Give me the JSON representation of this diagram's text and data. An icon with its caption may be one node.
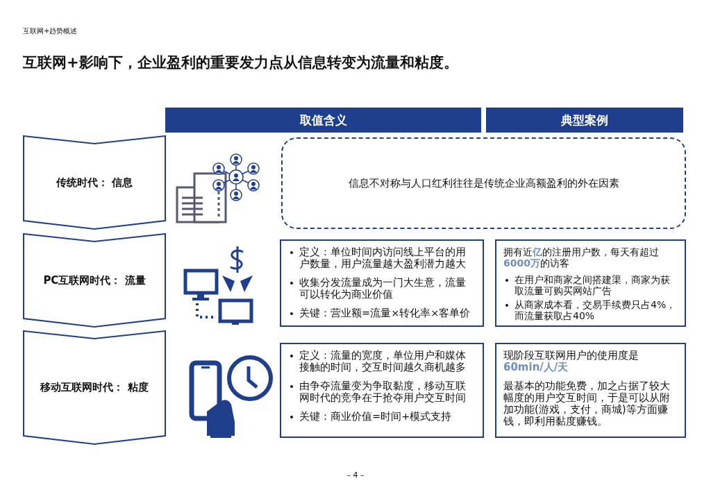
{
  "diagram": {
    "title": "互联网+影响下，企业盈利的重要发力点从信息转变为流量和粘度。",
    "nodes": [
      {
        "text": [
          "取值含义"
        ]
      },
      {
        "text": [
          "典型案例"
        ]
      },
      {
        "text": [
          "传统时代： 信息"
        ]
      },
      {
        "text": [
          "信息不对称与人口红利往往是传统企业高额盈利的外在因素"
        ]
      },
      {
        "text": [
          "PC互联网时代： 流量"
        ]
      },
      {
        "text": [
          "定义：单位时间内访问线上平台的用户数量，用户流量越大盈利潜力越大",
          "收集分发流量成为一门大生意，流量可以转化为商业价值",
          "关键：营业额=流量×转化率×客单价"
        ]
      },
      {
        "text": [
          "拥有近**亿**的注册用户数，每天有超过**6000万**的访客",
          "在用户和商家之间搭建渠，商家为获取流量可购买网站广告",
          "从商家成本看，交易手续费只占4%，而流量获取占40%"
        ]
      },
      {
        "text": [
          "移动互联网时代： 粘度"
        ]
      },
      {
        "text": [
          "定义：流量的宽度，单位用户和媒体接触的时间，交互时间越久商机越多",
          "由争夺流量变为争取黏度，移动互联网时代的竞争在于抢夺用户交互时间",
          "关键：商业价值=时间+模式支持"
        ]
      },
      {
        "text": [
          "现阶段互联网用户的使用度是**60min/人/天**",
          "最基本的功能免费，加之占据了较大幅度的用户交互时间，于是可以从附加功能(游戏，支付，商城)等方面赚钱，即利用黏度赚钱。"
        ]
      }
    ],
    "labels": [
      "互联网+趋势概述",
      "– 4 –"
    ]
  }
}
